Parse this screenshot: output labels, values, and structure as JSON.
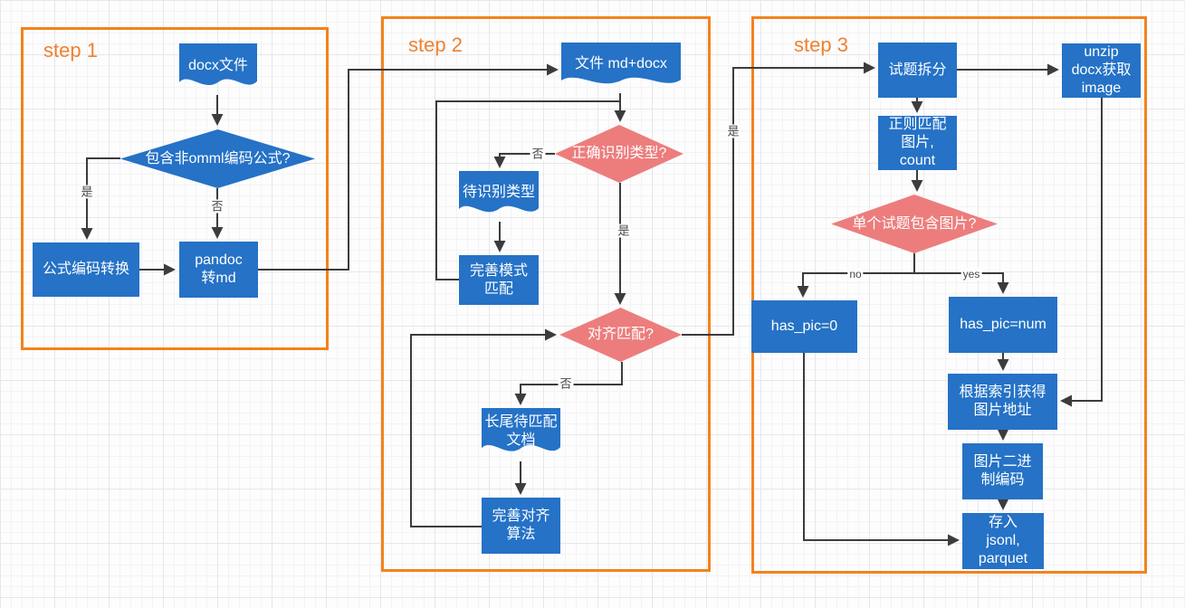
{
  "colors": {
    "node_blue": "#2572C6",
    "diamond_red": "#ED7D7D",
    "frame_orange": "#F2831D",
    "step_label_orange": "#F0812F",
    "connector": "#3C3C3C"
  },
  "steps": {
    "s1": {
      "label": "step 1"
    },
    "s2": {
      "label": "step 2"
    },
    "s3": {
      "label": "step 3"
    }
  },
  "nodes": {
    "docx_file": {
      "type": "document",
      "label": "docx文件"
    },
    "omml_diamond": {
      "type": "decision",
      "label": "包含非omml编码公式?"
    },
    "formula_convert": {
      "type": "process",
      "label": "公式编码转换"
    },
    "pandoc_md": {
      "type": "process",
      "label": "pandoc\n转md"
    },
    "file_md_docx": {
      "type": "document",
      "label": "文件 md+docx"
    },
    "type_diamond": {
      "type": "decision",
      "label": "正确识别类型?"
    },
    "pending_type": {
      "type": "document",
      "label": "待识别类型"
    },
    "improve_pattern": {
      "type": "process",
      "label": "完善模式\n匹配"
    },
    "align_diamond": {
      "type": "decision",
      "label": "对齐匹配?"
    },
    "longtail_doc": {
      "type": "document",
      "label": "长尾待匹配\n文档"
    },
    "improve_align": {
      "type": "process",
      "label": "完善对齐\n算法"
    },
    "split_questions": {
      "type": "process",
      "label": "试题拆分"
    },
    "regex_count": {
      "type": "process",
      "label": "正则匹配\n图片,\ncount"
    },
    "pic_diamond": {
      "type": "decision",
      "label": "单个试题包含图片?"
    },
    "has_pic_0": {
      "type": "process",
      "label": "has_pic=0"
    },
    "has_pic_num": {
      "type": "process",
      "label": "has_pic=num"
    },
    "unzip_docx": {
      "type": "process",
      "label": "unzip\ndocx获取\nimage"
    },
    "index_addr": {
      "type": "process",
      "label": "根据索引获得\n图片地址"
    },
    "binary_encode": {
      "type": "process",
      "label": "图片二进\n制编码"
    },
    "save_jsonl": {
      "type": "process",
      "label": "存入\njsonl,\nparquet"
    }
  },
  "edge_labels": {
    "omml_yes": "是",
    "omml_no": "否",
    "type_no": "否",
    "type_yes": "是",
    "align_no": "否",
    "align_yes": "是",
    "pic_no": "no",
    "pic_yes": "yes"
  }
}
